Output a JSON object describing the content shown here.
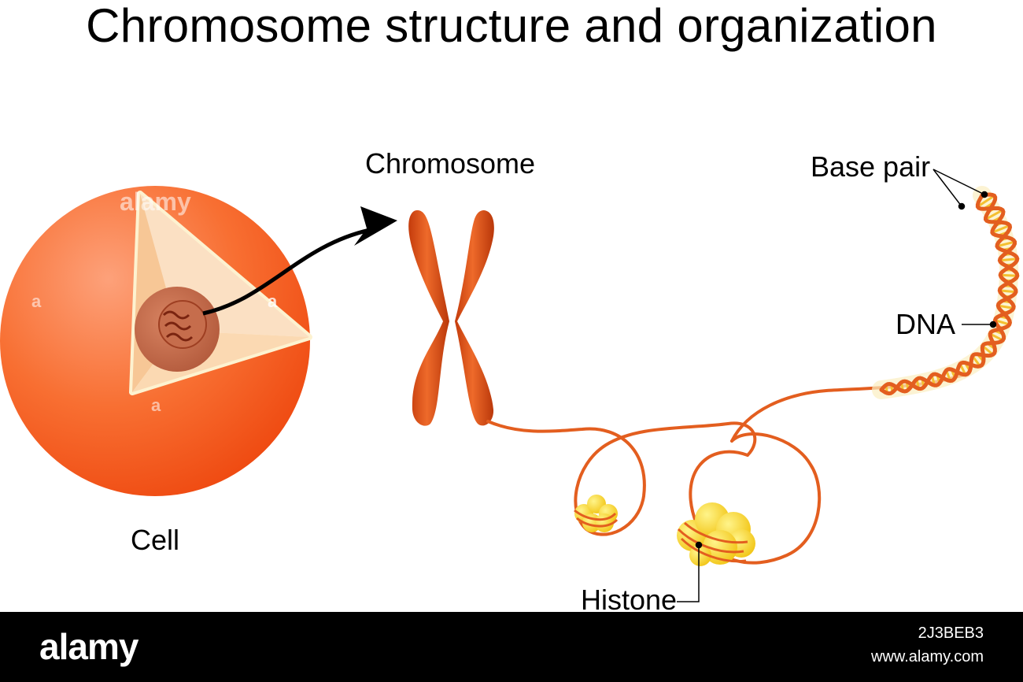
{
  "title": "Chromosome structure and organization",
  "labels": {
    "chromosome": "Chromosome",
    "cell": "Cell",
    "base_pair": "Base pair",
    "dna": "DNA",
    "histone": "Histone"
  },
  "watermark": {
    "text": "alamy",
    "letter": "a"
  },
  "footer": {
    "brand": "alamy",
    "image_id": "2J3BEB3",
    "site": "www.alamy.com"
  },
  "colors": {
    "cell": "#f76a2c",
    "chromosome": "#e45a1e",
    "dna_strand": "#e35e1f",
    "base_pair": "#f4c030",
    "histone": "#f5d327",
    "footer_bg": "#000000"
  }
}
